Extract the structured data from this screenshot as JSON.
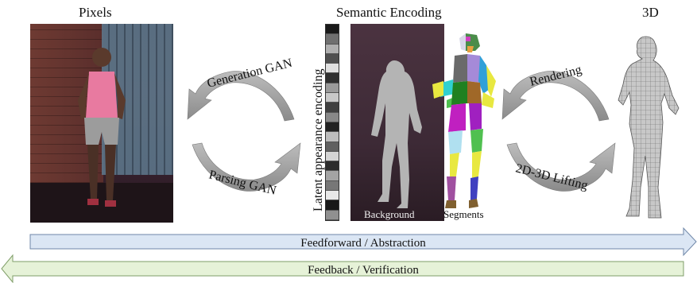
{
  "titles": {
    "pixels": "Pixels",
    "semantic": "Semantic Encoding",
    "three_d": "3D"
  },
  "arrows": {
    "generation": "Generation GAN",
    "parsing": "Parsing GAN",
    "rendering": "Rendering",
    "lifting": "2D-3D Lifting"
  },
  "encoding_label": "Latent appearance encoding",
  "encoding_cells": [
    "#1a1a1a",
    "#707070",
    "#b0b0b0",
    "#505050",
    "#e0e0e0",
    "#303030",
    "#9a9a9a",
    "#c8c8c8",
    "#404040",
    "#888888",
    "#222222",
    "#bdbdbd",
    "#606060",
    "#d4d4d4",
    "#2c2c2c",
    "#a4a4a4",
    "#777777",
    "#e8e8e8",
    "#181818",
    "#909090"
  ],
  "background_label": "Background",
  "segments_label": "Segments",
  "feedforward": "Feedforward / Abstraction",
  "feedback": "Feedback / Verification",
  "colors": {
    "arrow_gray": "#9a9a9a",
    "feedforward_fill": "#dbe6f4",
    "feedback_fill": "#e6f2d8"
  }
}
